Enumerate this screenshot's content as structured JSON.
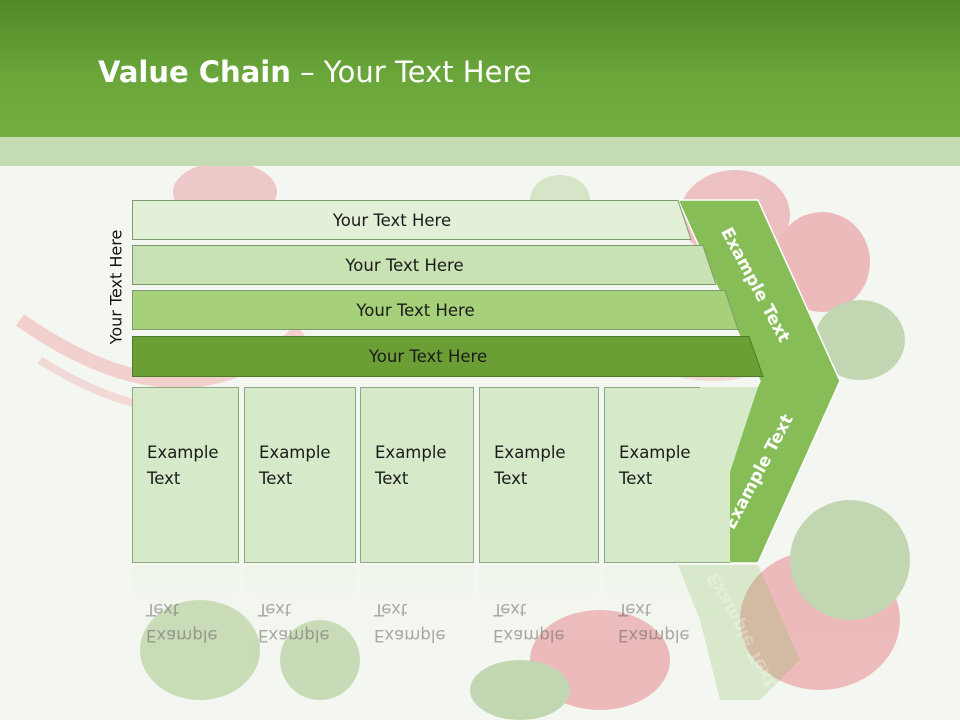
{
  "title": {
    "bold": "Value Chain",
    "rest": " – Your Text Here"
  },
  "vertical_label": "Your Text Here",
  "bars": [
    {
      "label": "Your Text Here"
    },
    {
      "label": "Your Text Here"
    },
    {
      "label": "Your Text Here"
    },
    {
      "label": "Your Text Here"
    }
  ],
  "chevron": {
    "top_label": "Example Text",
    "bottom_label": "Example Text"
  },
  "boxes": [
    {
      "line1": "Example",
      "line2": "Text"
    },
    {
      "line1": "Example",
      "line2": "Text"
    },
    {
      "line1": "Example",
      "line2": "Text"
    },
    {
      "line1": "Example",
      "line2": "Text"
    },
    {
      "line1": "Example",
      "line2": "Text"
    }
  ],
  "colors": {
    "header": "#6aa63a",
    "band": "#c4dbb4",
    "bar1": "#e3f0d8",
    "bar2": "#c9e2b4",
    "bar3": "#a6d07a",
    "bar4": "#6b9f35",
    "chevron": "#86bd57",
    "box": "#d6e9c9"
  }
}
